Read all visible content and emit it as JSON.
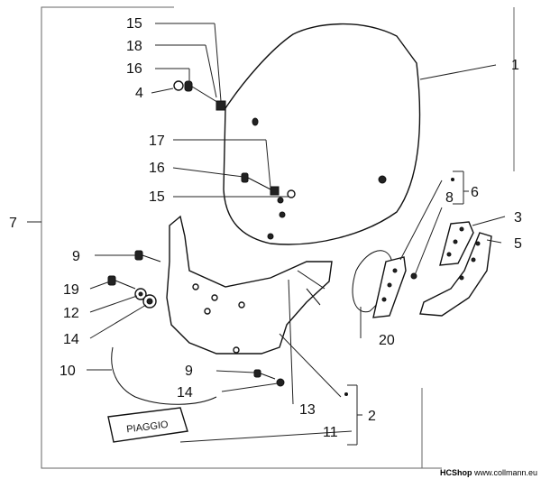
{
  "labels": {
    "l1": "1",
    "l2": "2",
    "l3": "3",
    "l4": "4",
    "l5": "5",
    "l6": "6",
    "l7": "7",
    "l8": "8",
    "l9a": "9",
    "l9b": "9",
    "l10": "10",
    "l11": "11",
    "l12": "12",
    "l13": "13",
    "l14a": "14",
    "l14b": "14",
    "l15a": "15",
    "l15b": "15",
    "l16a": "16",
    "l16b": "16",
    "l17": "17",
    "l18": "18",
    "l19": "19",
    "l20": "20"
  },
  "badge_text": "PIAGGIO",
  "watermark": {
    "brand": "HCShop",
    "url": "www.collmann.eu"
  }
}
